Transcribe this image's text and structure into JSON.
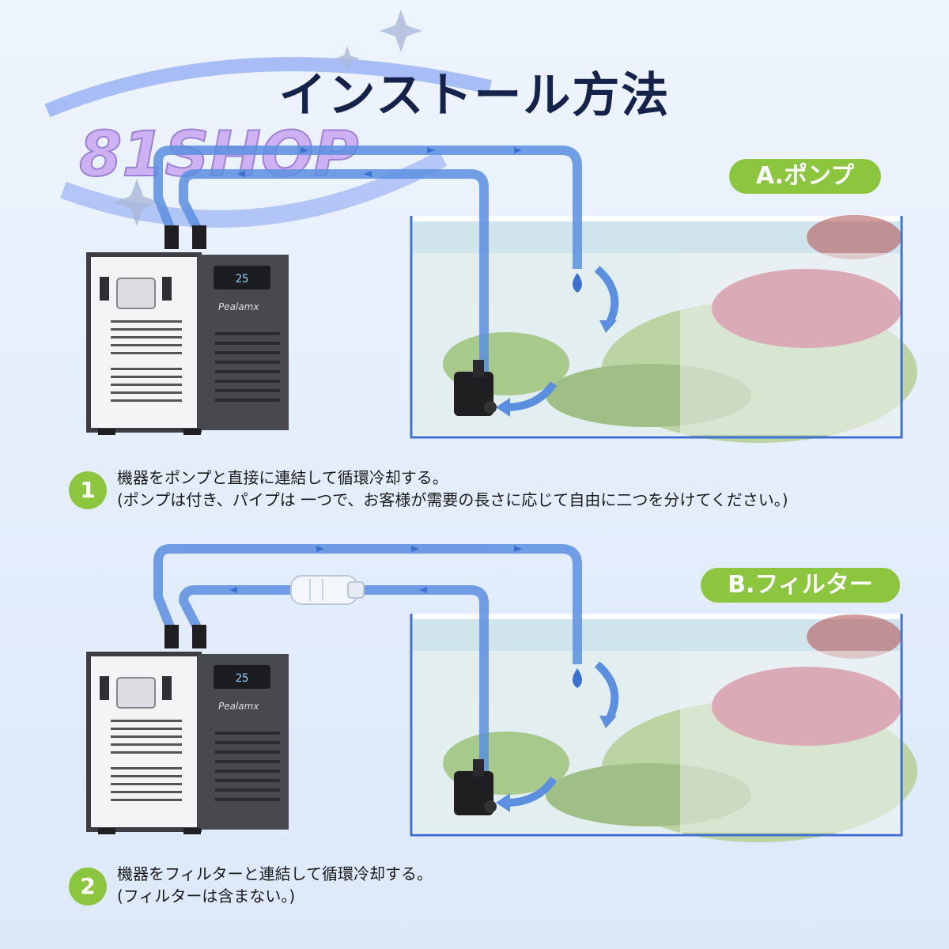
{
  "watermark": "81SHOP",
  "title": "インストール方法",
  "unit_brand": "Pealamx",
  "unit_display": "25",
  "sections": [
    {
      "label": "A.ポンプ",
      "number": "1",
      "line1": "機器をポンプと直接に連結して循環冷却する。",
      "line2": "(ポンプは付き、パイプは 一つで、お客様が需要の長さに応じて自由に二つを分けてください。)"
    },
    {
      "label": "B.フィルター",
      "number": "2",
      "line1": "機器をフィルターと連結して循環冷却する。",
      "line2": "(フィルターは含まない。)"
    }
  ],
  "colors": {
    "accent": "#8cc63f",
    "pipe": "#5b8fe0",
    "title": "#15234a"
  }
}
